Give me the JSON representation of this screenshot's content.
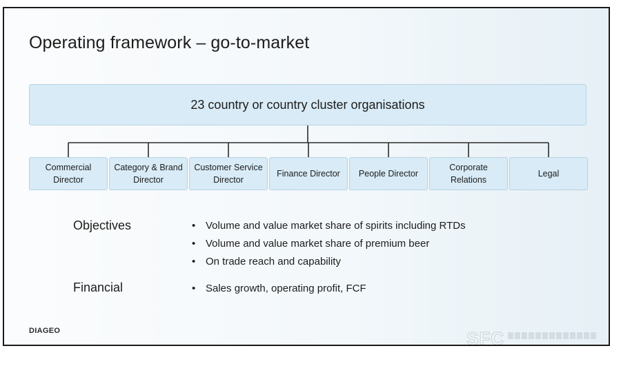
{
  "slide": {
    "title": "Operating framework – go-to-market",
    "top_box": "23 country or country cluster organisations",
    "roles": [
      "Commercial Director",
      "Category & Brand Director",
      "Customer Service Director",
      "Finance Director",
      "People Director",
      "Corporate Relations",
      "Legal"
    ],
    "sections": [
      {
        "label": "Objectives",
        "bullets": [
          "Volume and value market share of spirits including RTDs",
          "Volume and value market share of premium beer",
          "On trade reach and capability"
        ]
      },
      {
        "label": "Financial",
        "bullets": [
          "Sales growth, operating profit, FCF"
        ]
      }
    ],
    "logo": "DIAGEO",
    "watermark": "SFC"
  },
  "colors": {
    "box_fill": "#d8ebf6",
    "box_border": "#b7d3e3",
    "text": "#1c1c1c",
    "connector": "#2b2b2b"
  }
}
